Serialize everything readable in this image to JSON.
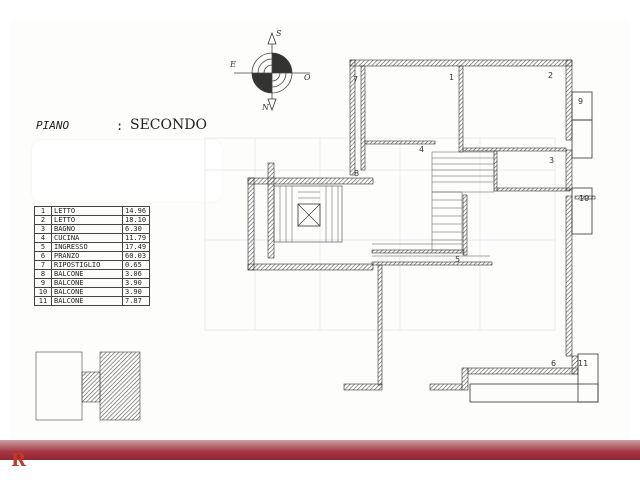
{
  "floor": {
    "label": "PIANO",
    "separator": ":",
    "value": "SECONDO"
  },
  "compass": {
    "north": "N",
    "south": "S",
    "east": "E",
    "west": "O"
  },
  "rooms": [
    {
      "num": "1",
      "name": "LETTO",
      "area": "14.96"
    },
    {
      "num": "2",
      "name": "LETTO",
      "area": "18.10"
    },
    {
      "num": "3",
      "name": "BAGNO",
      "area": "6.30"
    },
    {
      "num": "4",
      "name": "CUCINA",
      "area": "11.79"
    },
    {
      "num": "5",
      "name": "INGRESSO",
      "area": "17.49"
    },
    {
      "num": "6",
      "name": "PRANZO",
      "area": "60.03"
    },
    {
      "num": "7",
      "name": "RIPOSTIGLIO",
      "area": "0.65"
    },
    {
      "num": "8",
      "name": "BALCONE",
      "area": "3.06"
    },
    {
      "num": "9",
      "name": "BALCONE",
      "area": "3.90"
    },
    {
      "num": "10",
      "name": "BALCONE",
      "area": "3.90"
    },
    {
      "num": "11",
      "name": "BALCONE",
      "area": "7.87"
    }
  ],
  "colors": {
    "band": "#a63340",
    "logo": "#c0392b",
    "wall": "#555555"
  },
  "icons": {
    "logo": "R-logo-icon",
    "compass": "compass-rose-icon"
  }
}
